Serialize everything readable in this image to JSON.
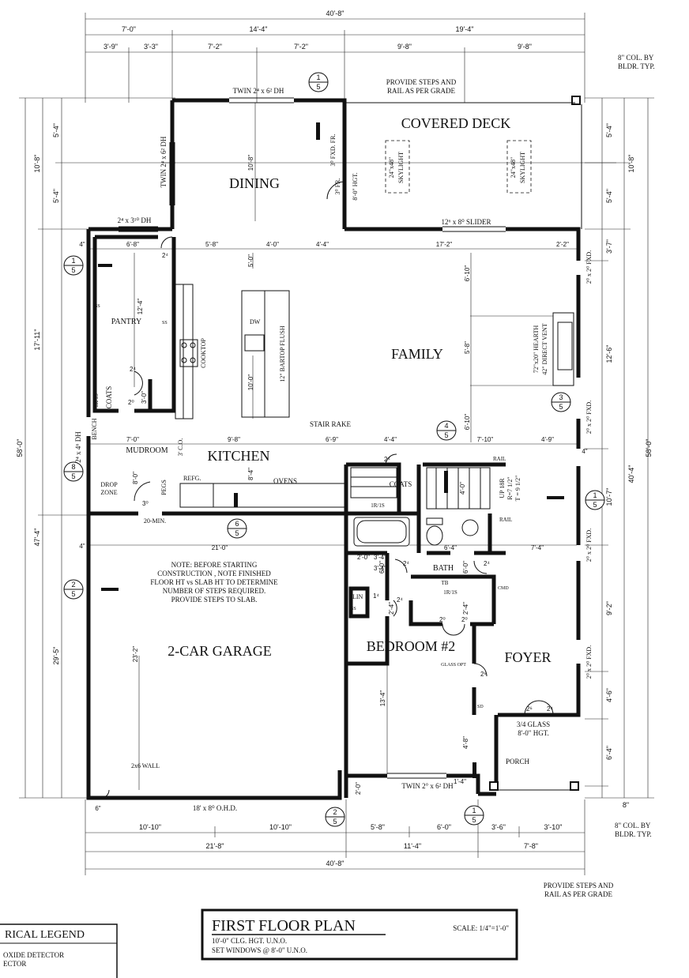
{
  "title_block": {
    "title": "FIRST FLOOR PLAN",
    "scale": "SCALE: 1/4\"=1'-0\"",
    "line1": "10'-0\" CLG. HGT. U.N.O.",
    "line2": "SET WINDOWS @ 8'-0\" U.N.O."
  },
  "legend": {
    "title": "RICAL LEGEND",
    "line1": "OXIDE DETECTOR",
    "line2": "ECTOR"
  },
  "rooms": [
    {
      "name": "COVERED DECK"
    },
    {
      "name": "DINING"
    },
    {
      "name": "FAMILY"
    },
    {
      "name": "KITCHEN"
    },
    {
      "name": "PANTRY"
    },
    {
      "name": "MUDROOM"
    },
    {
      "name": "2-CAR GARAGE"
    },
    {
      "name": "BEDROOM #2"
    },
    {
      "name": "FOYER"
    },
    {
      "name": "BATH"
    },
    {
      "name": "PORCH"
    },
    {
      "name": "COATS"
    },
    {
      "name": "COATS"
    }
  ],
  "notes": {
    "steps_top": [
      "PROVIDE STEPS AND",
      "RAIL AS PER GRADE"
    ],
    "steps_bottom": [
      "PROVIDE STEPS AND",
      "RAIL AS PER GRADE"
    ],
    "col_top": [
      "8\" COL. BY",
      "BLDR. TYP."
    ],
    "col_bottom": [
      "8\" COL. BY",
      "BLDR. TYP."
    ],
    "garage_note": [
      "NOTE: BEFORE STARTING",
      "CONSTRUCTION , NOTE FINISHED",
      "FLOOR HT vs SLAB HT TO DETERMINE",
      "NUMBER OF STEPS REQUIRED.",
      "PROVIDE STEPS TO SLAB."
    ],
    "skylight": [
      "24\"x48\"",
      "SKYLIGHT"
    ],
    "hearth": [
      "72\"x20\" HEARTH",
      "42\" DIRECT VENT"
    ],
    "stair": [
      "UP 18R",
      "R=7 1/2\"",
      "T = 9 1/2\""
    ],
    "twin_dh_top": "TWIN 2⁴ x 6² DH",
    "twin_dh_left": "TWIN 2⁴ x 6² DH",
    "twin_dh_bottom": "TWIN 2° x 6² DH",
    "dh_pantry": "2⁴ x 3¹⁰ DH",
    "dh_bench": "2⁴ x 4⁶ DH",
    "slider": "12⁶ x 8⁰ SLIDER",
    "fxd_fr": "3⁰ FXD. FR.",
    "fr": "3⁰ FR.",
    "hgt": "8'-0\" HGT.",
    "fxd_1": "2⁰ x 2⁰ FXD.",
    "fxd_2": "2⁰ x 2⁰ FXD.",
    "fxd_3": "2⁰ x 2⁰ FXD.",
    "fxd_4": "2⁰ x 2⁰ FXD.",
    "ohd": "18' x 8⁰ O.H.D.",
    "glass": [
      "3/4 GLASS",
      "8'-0\" HGT."
    ],
    "bartop": "12\" BARTOP FLUSH",
    "cooktop": "COOKTOP",
    "ovens": "OVENS",
    "refg": "REFG.",
    "dw": "DW",
    "stair_rake": "STAIR RAKE",
    "bench": "BENCH",
    "drop_zone": [
      "DROP",
      "ZONE"
    ],
    "pegs": "PEGS",
    "co": "3' C.O.",
    "min20": "20-MIN.",
    "wall2x6": "2x6 WALL",
    "rail1": "RAIL",
    "rail2": "RAIL",
    "lin": "LIN",
    "tb": "TB",
    "glass_opt": "GLASS OPT",
    "cmd": "CMD",
    "sd": "SD",
    "irls1": "1R/1S",
    "irls2": "1R/1S",
    "irls3": "1R/1S",
    "ss1": "SS",
    "ss2": "SS",
    "ss3": "SS"
  },
  "dims_top": {
    "overall": "40'-8\"",
    "row2": [
      "7'-0\"",
      "14'-4\"",
      "19'-4\""
    ],
    "row3": [
      "3'-9\"",
      "3'-3\"",
      "7'-2\"",
      "7'-2\"",
      "9'-8\"",
      "9'-8\""
    ]
  },
  "dims_bottom": {
    "row1": [
      "10'-10\"",
      "10'-10\"",
      "5'-8\"",
      "6'-0\"",
      "3'-6\"",
      "3'-10\""
    ],
    "row2": [
      "21'-8\"",
      "11'-4\"",
      "7'-8\""
    ],
    "overall": "40'-8\""
  },
  "dims_left": {
    "overall": "58'-0\"",
    "row2": [
      "10'-8\"",
      "17'-11\"",
      "29'-5\""
    ],
    "row3": [
      "5'-4\"",
      "5'-4\"",
      "47'-4\""
    ]
  },
  "dims_right": {
    "overall": "58'-0\"",
    "row2": [
      "10'-8\"",
      "40'-4\""
    ],
    "row3": [
      "5'-4\"",
      "5'-4\"",
      "3'-7\"",
      "12'-6\"",
      "10'-7\"",
      "9'-2\"",
      "4'-6\"",
      "6'-4\"",
      "8\""
    ]
  },
  "dims_interior": [
    "6'-8\"",
    "5'-8\"",
    "4'-0\"",
    "4'-4\"",
    "17'-2\"",
    "2'-2\"",
    "12'-4\"",
    "6'-10\"",
    "5'-8\"",
    "6'-10\"",
    "10'-8\"",
    "5'-0\"",
    "10'-0\"",
    "7'-0\"",
    "9'-8\"",
    "6'-9\"",
    "4'-4\"",
    "7'-10\"",
    "4'-9\"",
    "8'-0\"",
    "8'-4\"",
    "21'-0\"",
    "23'-2\"",
    "3'-0\"",
    "6'-4\"",
    "7'-4\"",
    "2'-0\"",
    "3'-4\"",
    "6'-0\"",
    "6'-0\"",
    "2'-4\"",
    "2'-4\"",
    "4'-8\"",
    "13'-4\"",
    "1'-4\"",
    "2'-0\"",
    "4\"",
    "4\"",
    "4\"",
    "6\"",
    "4'-0\"",
    "3'-4\""
  ],
  "section_tags": [
    {
      "num": "1",
      "sheet": "5"
    },
    {
      "num": "1",
      "sheet": "5"
    },
    {
      "num": "3",
      "sheet": "5"
    },
    {
      "num": "4",
      "sheet": "5"
    },
    {
      "num": "8",
      "sheet": "5"
    },
    {
      "num": "6",
      "sheet": "5"
    },
    {
      "num": "1",
      "sheet": "5"
    },
    {
      "num": "2",
      "sheet": "5"
    },
    {
      "num": "2",
      "sheet": "5"
    },
    {
      "num": "1",
      "sheet": "5"
    }
  ],
  "door_sizes": [
    "2⁴",
    "2⁰",
    "3⁰",
    "2⁴",
    "2⁴",
    "2⁰",
    "2⁰",
    "2⁴",
    "2⁴",
    "2⁶",
    "2⁶",
    "2⁴",
    "1⁴",
    "2⁴"
  ],
  "colors": {
    "ink": "#111111",
    "paper": "#ffffff"
  }
}
